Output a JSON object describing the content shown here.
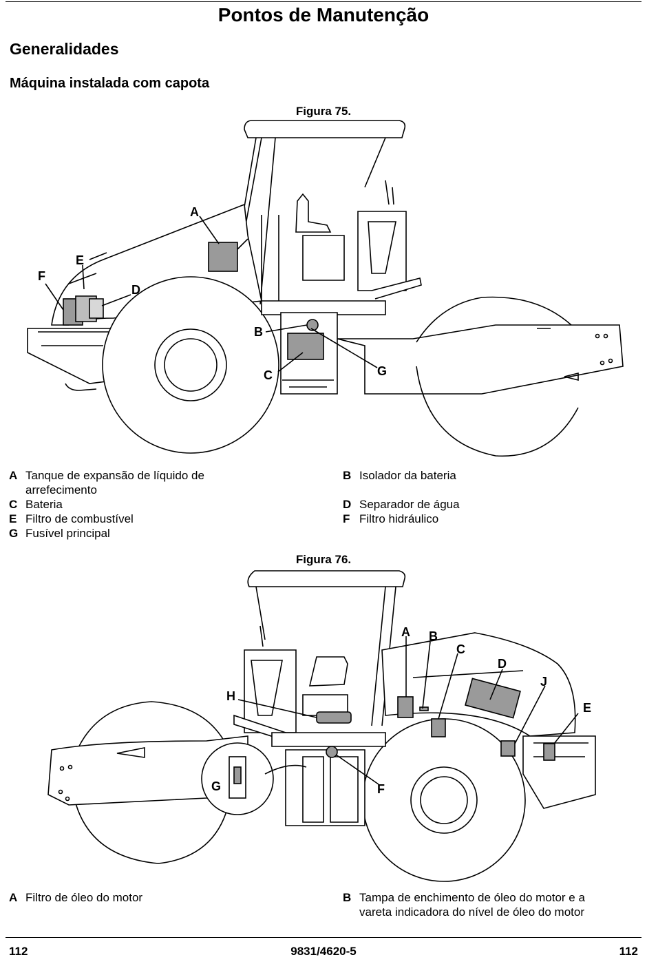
{
  "page": {
    "title": "Pontos de Manutenção",
    "section": "Generalidades",
    "subsection": "Máquina instalada com capota"
  },
  "figure75": {
    "caption": "Figura 75.",
    "labels": {
      "A": "A",
      "B": "B",
      "C": "C",
      "D": "D",
      "E": "E",
      "F": "F",
      "G": "G"
    },
    "legend": {
      "A": {
        "key": "A",
        "text": "Tanque de expansão de líquido de arrefecimento"
      },
      "B": {
        "key": "B",
        "text": "Isolador da bateria"
      },
      "C": {
        "key": "C",
        "text": "Bateria"
      },
      "D": {
        "key": "D",
        "text": "Separador de água"
      },
      "E": {
        "key": "E",
        "text": "Filtro de combustível"
      },
      "F": {
        "key": "F",
        "text": "Filtro hidráulico"
      },
      "G": {
        "key": "G",
        "text": "Fusível principal"
      }
    }
  },
  "figure76": {
    "caption": "Figura 76.",
    "labels": {
      "A": "A",
      "B": "B",
      "C": "C",
      "D": "D",
      "E": "E",
      "F": "F",
      "G": "G",
      "H": "H",
      "J": "J"
    },
    "legend": {
      "A": {
        "key": "A",
        "text": "Filtro de óleo do motor"
      },
      "B": {
        "key": "B",
        "text": "Tampa de enchimento de óleo do motor e a vareta indicadora do nível de óleo do motor"
      }
    }
  },
  "footer": {
    "page_left": "112",
    "doc_number": "9831/4620-5",
    "page_right": "112"
  }
}
